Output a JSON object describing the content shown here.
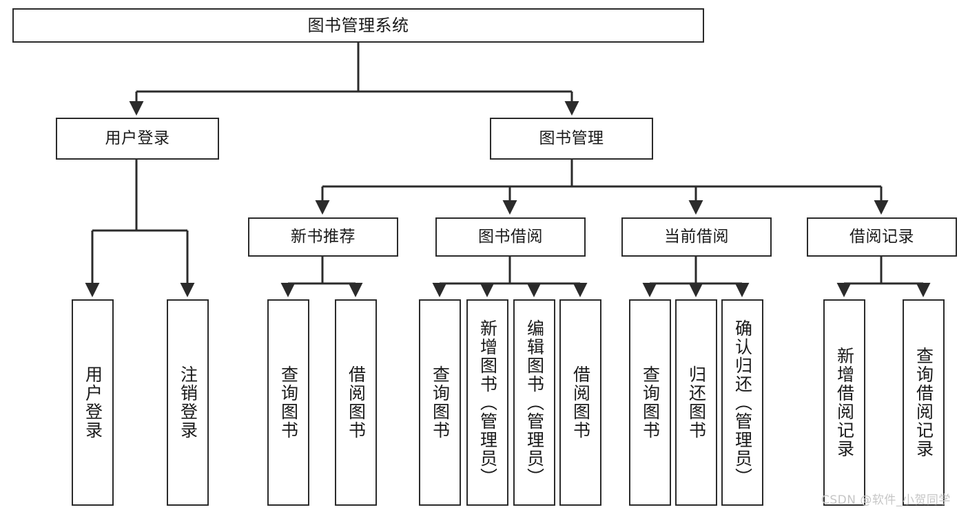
{
  "diagram": {
    "title": "图书管理系统",
    "type": "tree-hierarchy-flowchart",
    "stroke_color": "#2b2b2b",
    "fill_color": "#ffffff",
    "nodes": {
      "root": {
        "label": "图书管理系统"
      },
      "level2": [
        {
          "label": "用户登录"
        },
        {
          "label": "图书管理"
        }
      ],
      "level3": [
        {
          "label": "新书推荐"
        },
        {
          "label": "图书借阅"
        },
        {
          "label": "当前借阅"
        },
        {
          "label": "借阅记录"
        }
      ],
      "leaves_user_login": [
        {
          "label": "用户登录"
        },
        {
          "label": "注销登录"
        }
      ],
      "leaves_new_book": [
        {
          "label": "查询图书"
        },
        {
          "label": "借阅图书"
        }
      ],
      "leaves_borrow": [
        {
          "label": "查询图书"
        },
        {
          "label": "新增图书（管理员）"
        },
        {
          "label": "编辑图书（管理员）"
        },
        {
          "label": "借阅图书"
        }
      ],
      "leaves_current": [
        {
          "label": "查询图书"
        },
        {
          "label": "归还图书"
        },
        {
          "label": "确认归还（管理员）"
        }
      ],
      "leaves_records": [
        {
          "label": "新增借阅记录"
        },
        {
          "label": "查询借阅记录"
        }
      ]
    },
    "watermark": "CSDN @软件_小贺同学"
  }
}
